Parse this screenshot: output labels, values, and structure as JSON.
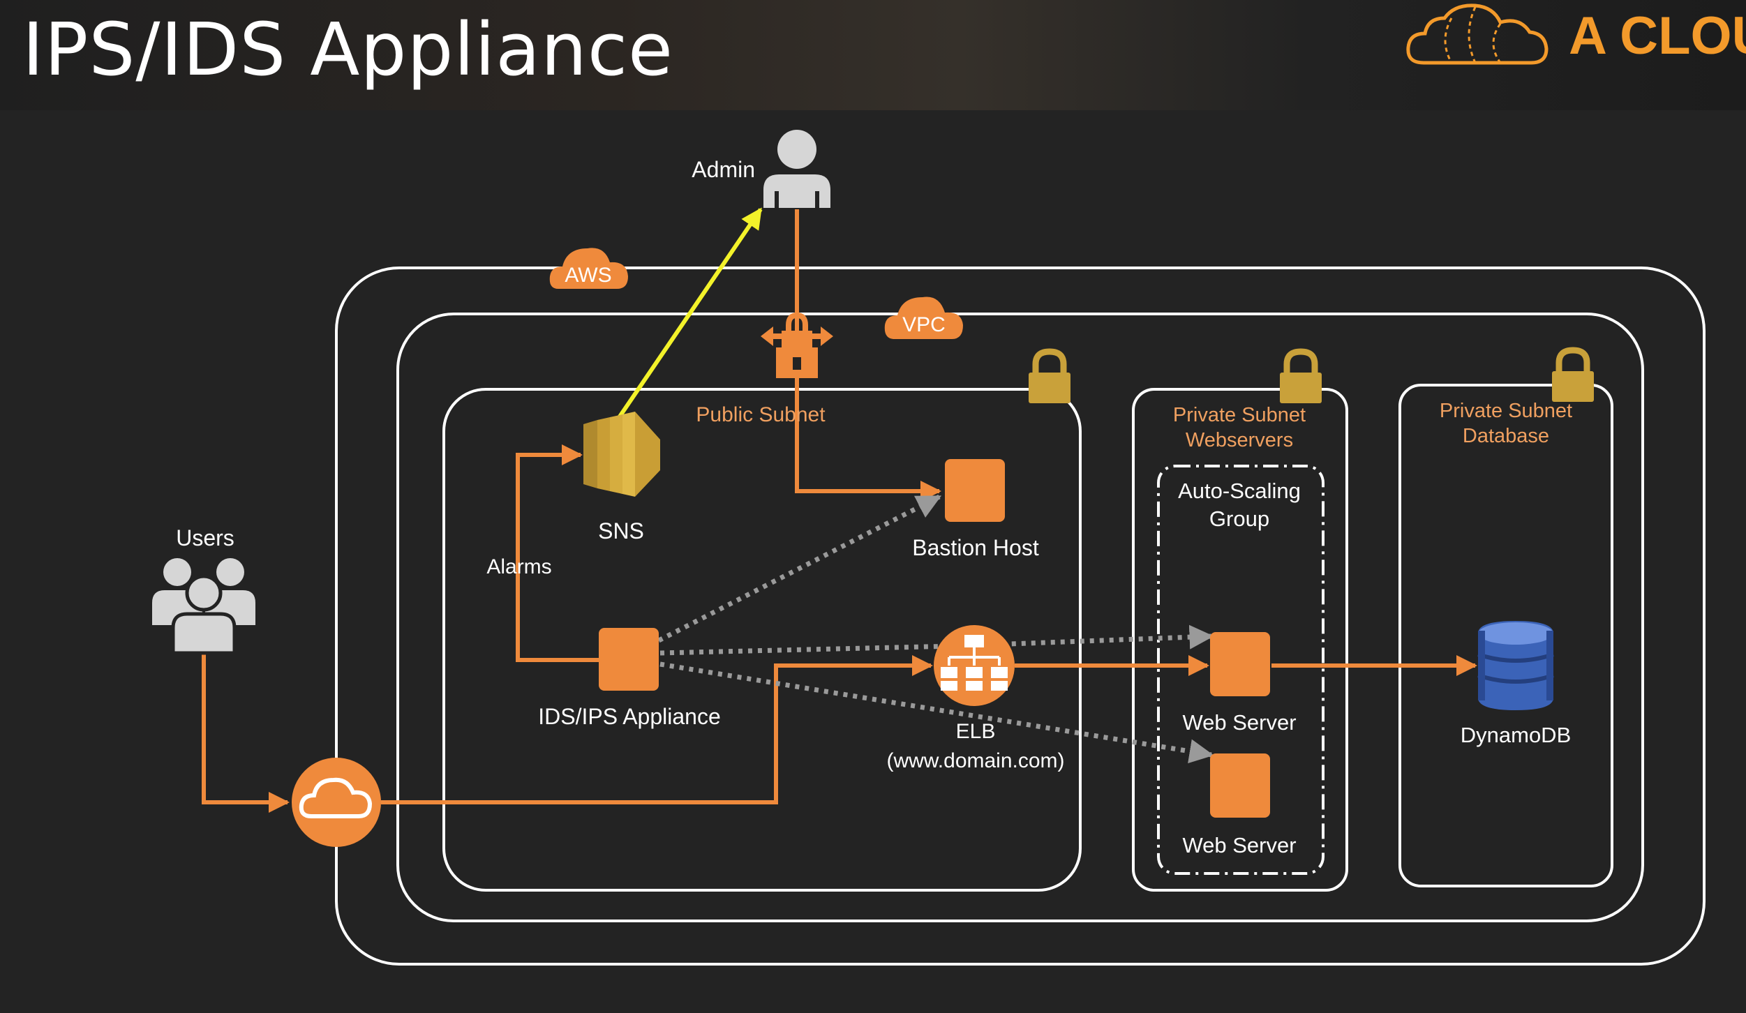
{
  "title": "IPS/IDS Appliance",
  "brand": {
    "text": "A CLOU",
    "color": "#f39a2b"
  },
  "colors": {
    "background": "#232323",
    "box_stroke": "#ffffff",
    "accent_orange": "#ef8a3c",
    "alert_yellow": "#f3f22a",
    "lock_gold": "#c9a13a",
    "dotted_gray": "#9a9a9a",
    "dynamo_blue": "#3b63b8"
  },
  "badges": {
    "aws": "AWS",
    "vpc": "VPC"
  },
  "labels": {
    "admin": "Admin",
    "users": "Users",
    "public_subnet": "Public Subnet",
    "private_web_line1": "Private Subnet",
    "private_web_line2": "Webservers",
    "private_db_line1": "Private Subnet",
    "private_db_line2": "Database",
    "asg_line1": "Auto-Scaling",
    "asg_line2": "Group",
    "sns": "SNS",
    "alarms": "Alarms",
    "bastion": "Bastion Host",
    "ids": "IDS/IPS Appliance",
    "elb_line1": "ELB",
    "elb_line2": "(www.domain.com)",
    "web1": "Web Server",
    "web2": "Web Server",
    "dynamodb": "DynamoDB"
  },
  "icons": {
    "admin": "user-icon",
    "users": "users-group-icon",
    "sns": "sns-icon",
    "bastion": "instance-icon",
    "ids": "instance-icon",
    "elb": "load-balancer-icon",
    "internet_gateway": "cloud-gateway-icon",
    "nat_gateway": "gateway-lock-icon",
    "dynamodb": "dynamodb-icon",
    "lock": "lock-icon",
    "brand_logo": "cloud-logo-icon"
  }
}
